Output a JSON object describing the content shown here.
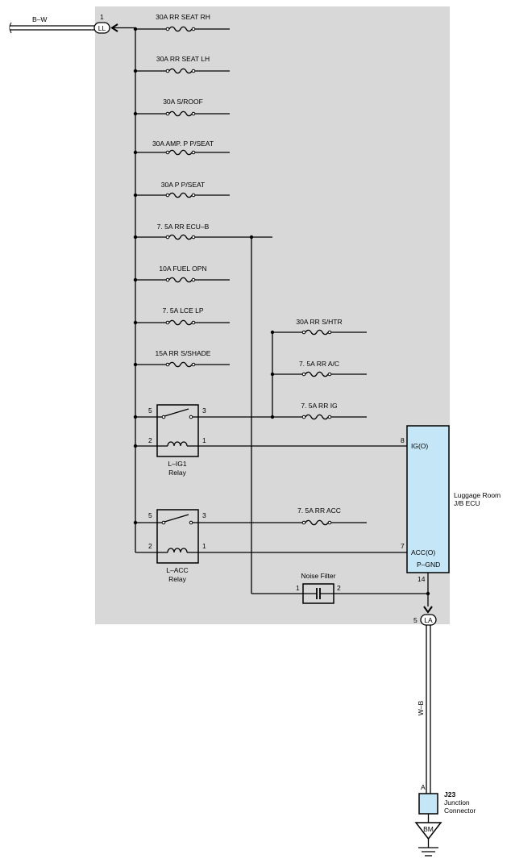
{
  "wires": {
    "input_color": "B–W",
    "ground_color": "W–B"
  },
  "connectors": {
    "ll": {
      "code": "LL",
      "pin": "1"
    },
    "la": {
      "code": "LA",
      "pin": "5"
    },
    "j23": {
      "pin": "A",
      "code": "J23",
      "name_line1": "Junction",
      "name_line2": "Connector"
    },
    "ground": {
      "code": "BM"
    }
  },
  "fuses": {
    "rr_seat_rh": "30A RR SEAT RH",
    "rr_seat_lh": "30A RR SEAT LH",
    "s_roof": "30A S/ROOF",
    "amp_p_seat": "30A AMP. P P/SEAT",
    "p_seat": "30A P P/SEAT",
    "rr_ecu_b": "7. 5A RR ECU–B",
    "fuel_opn": "10A FUEL OPN",
    "lce_lp": "7. 5A LCE LP",
    "rr_shade": "15A RR S/SHADE",
    "rr_htr": "30A RR S/HTR",
    "rr_ac": "7. 5A RR A/C",
    "rr_ig": "7. 5A RR IG",
    "rr_acc": "7. 5A RR ACC"
  },
  "relays": {
    "ig1": {
      "name": "L–IG1",
      "type": "Relay",
      "pin5": "5",
      "pin3": "3",
      "pin2": "2",
      "pin1": "1"
    },
    "acc": {
      "name": "L–ACC",
      "type": "Relay",
      "pin5": "5",
      "pin3": "3",
      "pin2": "2",
      "pin1": "1"
    }
  },
  "ecu": {
    "name_line1": "Luggage Room",
    "name_line2": "J/B ECU",
    "ig_label": "IG(O)",
    "ig_pin": "8",
    "acc_label": "ACC(O)",
    "acc_pin": "7",
    "gnd_label": "P–GND",
    "gnd_pin": "14",
    "fill_color": "#c5e6f7"
  },
  "noise_filter": {
    "name": "Noise Filter",
    "pin1": "1",
    "pin2": "2"
  },
  "colors": {
    "junction_block": "#d8d8d8",
    "ecu": "#c5e6f7"
  }
}
